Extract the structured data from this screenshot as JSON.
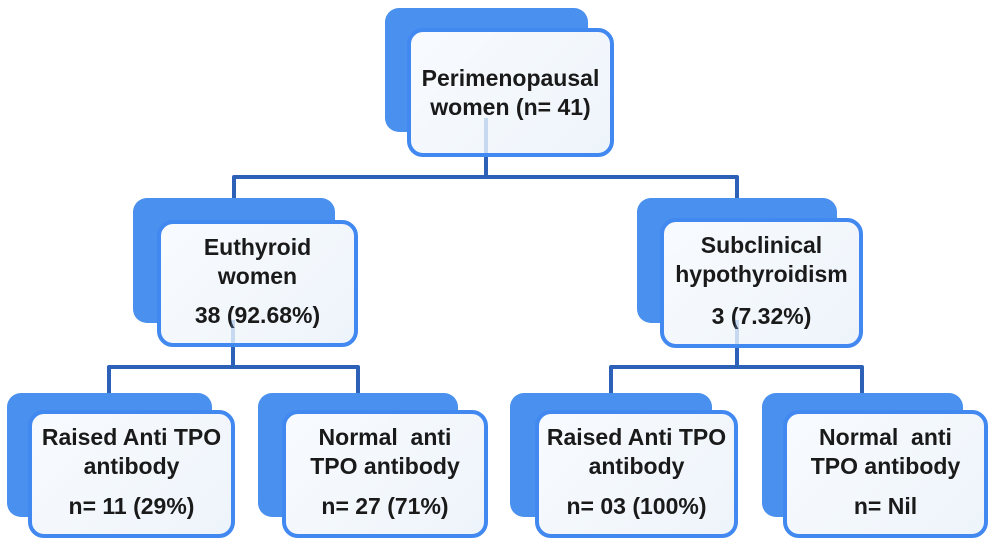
{
  "figure": {
    "type": "flowchart",
    "background": "#ffffff",
    "colors": {
      "shadow_blue": "#4a90ee",
      "card_border_blue": "#4188f1",
      "card_fill": "#f2f6fb",
      "connector_blue": "#2d61b8",
      "faint_stub_blue": "rgba(100,148,215,0.30)",
      "text": "#1a1a1a"
    },
    "nodes": {
      "root": {
        "title": "Perimenopausal\nwomen (n= 41)",
        "stat": ""
      },
      "euthyroid": {
        "title": "Euthyroid\nwomen",
        "stat": "38 (92.68%)"
      },
      "subclinical": {
        "title": "Subclinical\nhypothyroidism",
        "stat": "3 (7.32%)"
      },
      "euthyroid_raised": {
        "title": "Raised Anti TPO\nantibody",
        "stat": "n= 11 (29%)"
      },
      "euthyroid_normal": {
        "title": "Normal  anti\nTPO antibody",
        "stat": "n= 27 (71%)"
      },
      "subclinical_raised": {
        "title": "Raised Anti TPO\nantibody",
        "stat": "n= 03 (100%)"
      },
      "subclinical_normal": {
        "title": "Normal  anti\nTPO antibody",
        "stat": "n= Nil"
      }
    },
    "edges": [
      "root->euthyroid",
      "root->subclinical",
      "euthyroid->euthyroid_raised",
      "euthyroid->euthyroid_normal",
      "subclinical->subclinical_raised",
      "subclinical->subclinical_normal"
    ]
  }
}
